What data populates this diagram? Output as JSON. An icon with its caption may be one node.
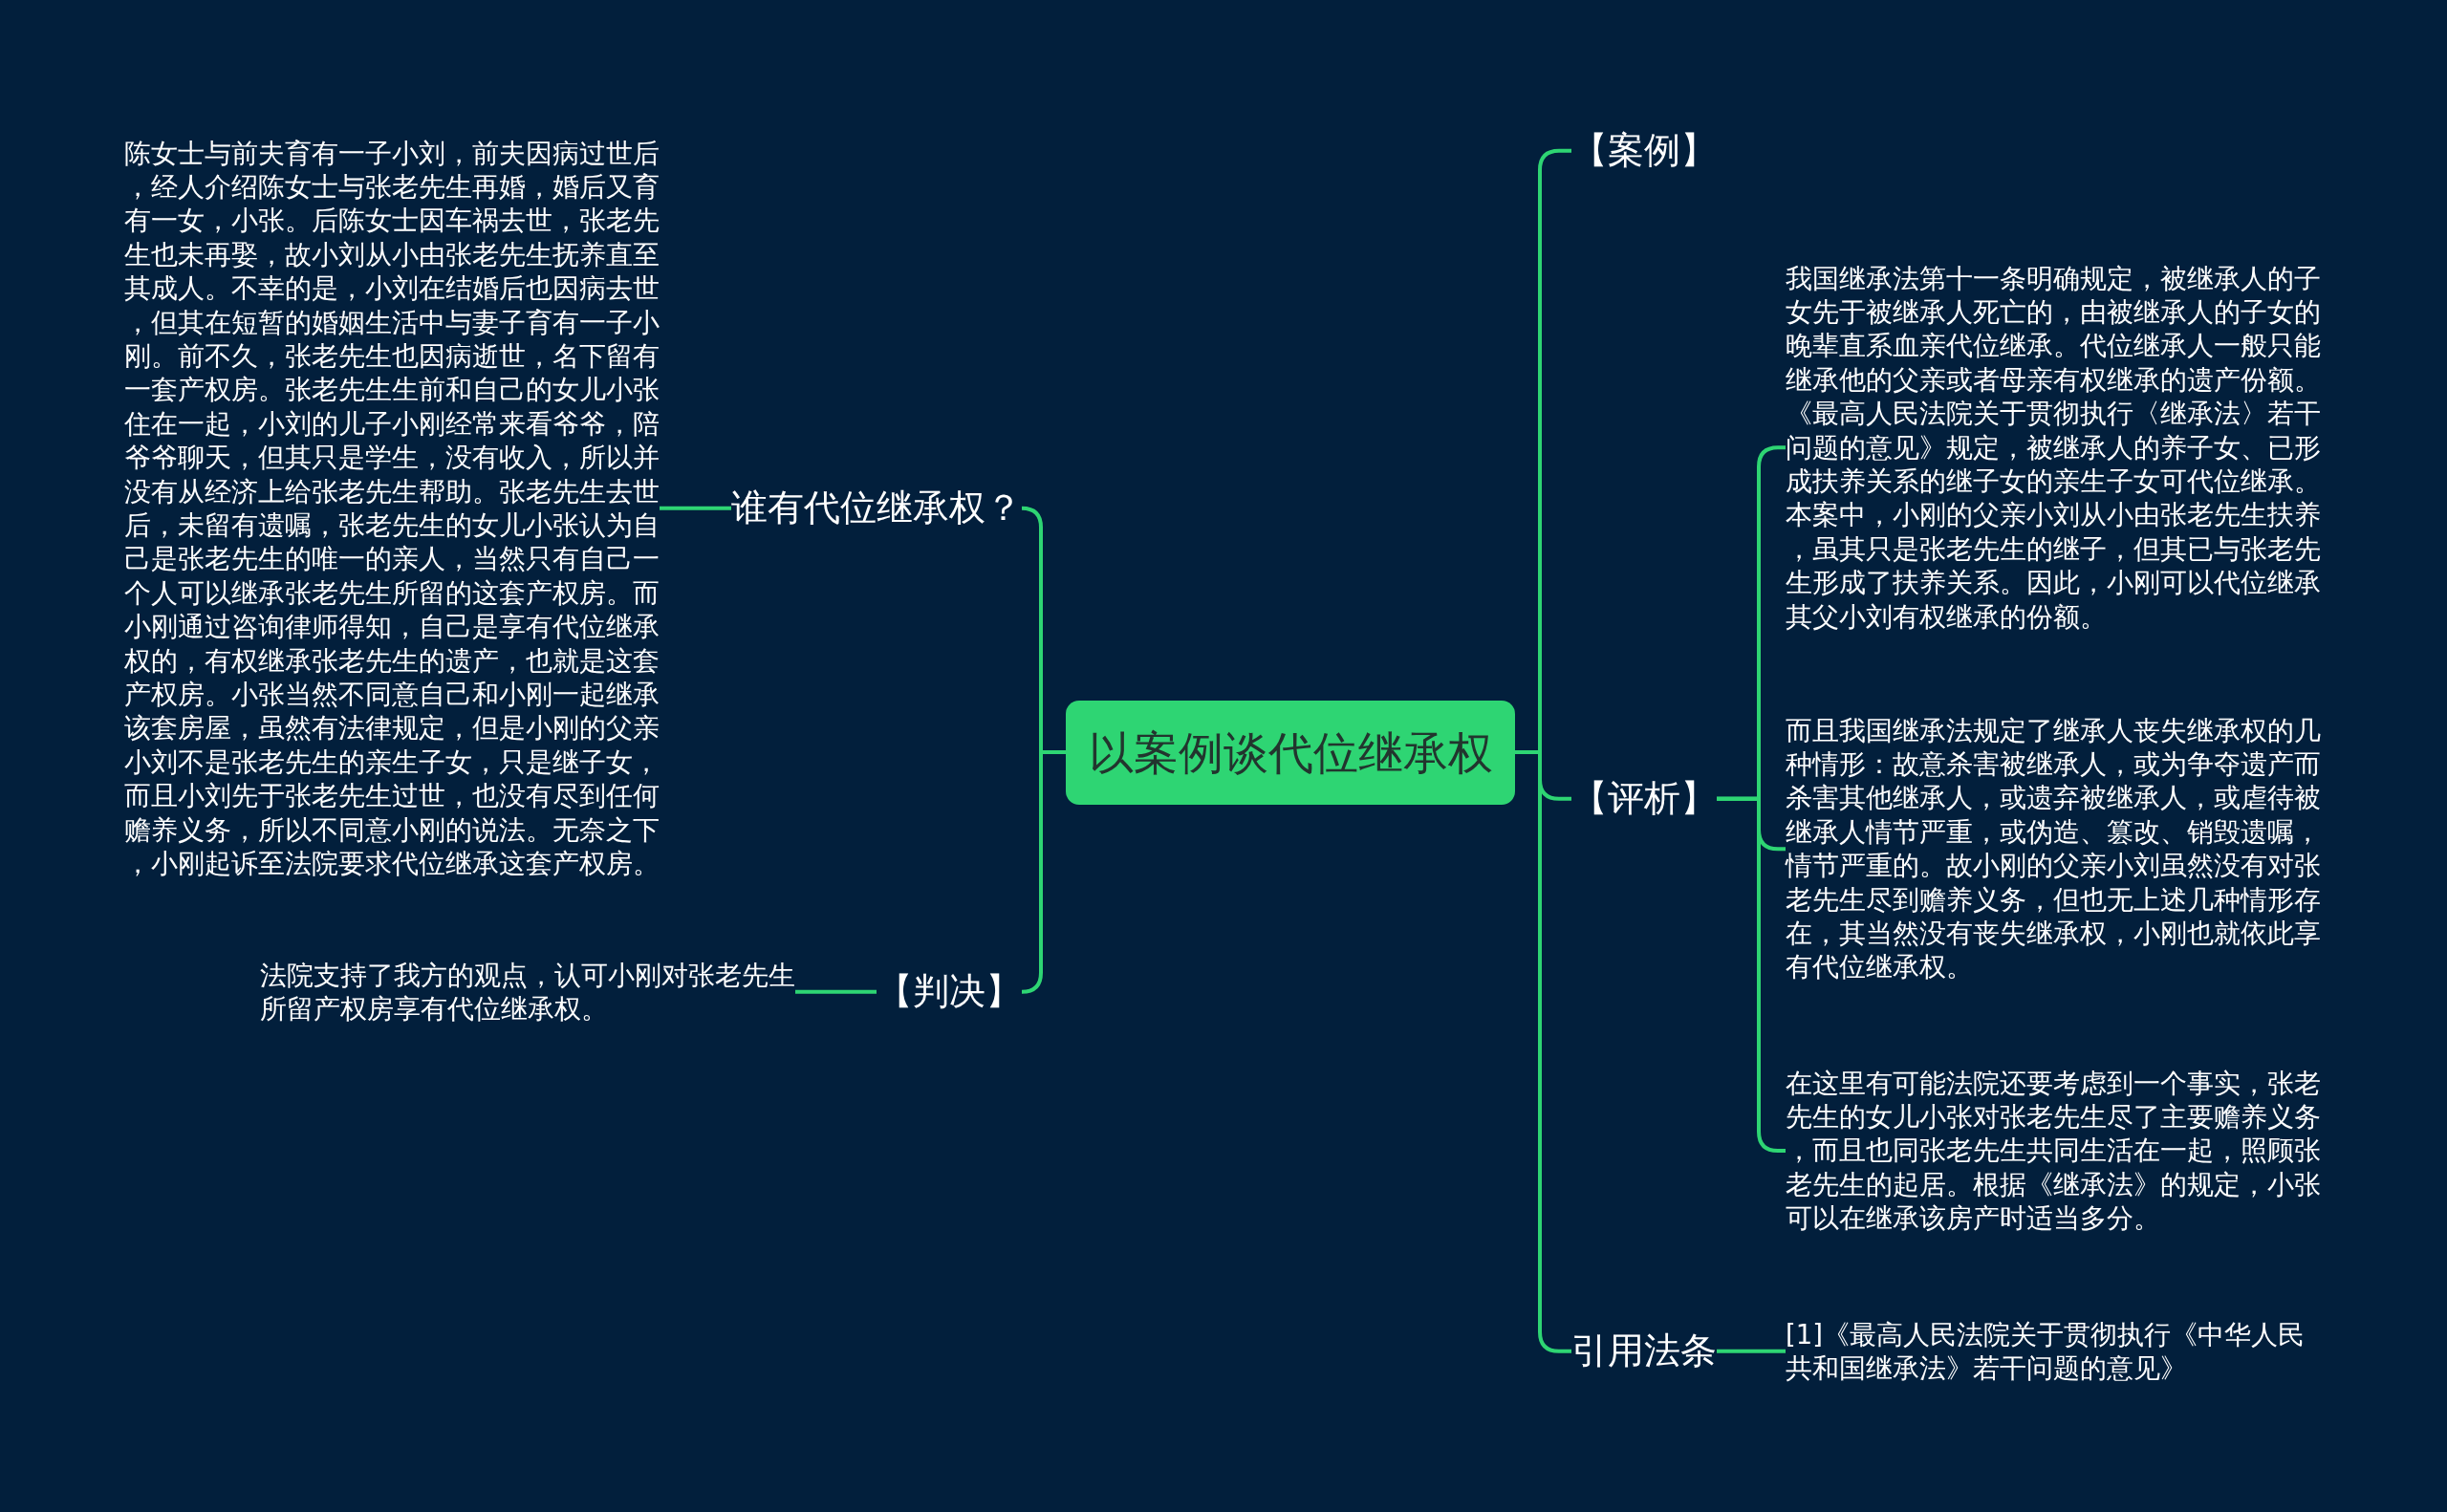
{
  "diagram": {
    "nodes": [
      {
        "text": [
          "以案例谈代位继承权"
        ]
      },
      {
        "text": [
          "【案例】"
        ]
      },
      {
        "text": [
          "谁有代位继承权？"
        ]
      },
      {
        "text": [
          "陈女士与前夫育有一子小刘，前夫因病过世后，经人介绍陈女士与张老先生再婚，婚后又育有一女，小张。后陈女士因车祸去世，张老先生也未再娶，故小刘从小由张老先生抚养直至其成人。不幸的是，小刘在结婚后也因病去世，但其在短暂的婚姻生活中与妻子育有一子小刚。前不久，张老先生也因病逝世，名下留有一套产权房。张老先生生前和自己的女儿小张住在一起，小刘的儿子小刚经常来看爷爷，陪爷爷聊天，但其只是学生，没有收入，所以并没有从经济上给张老先生帮助。张老先生去世后，未留有遗嘱，张老先生的女儿小张认为自己是张老先生的唯一的亲人，当然只有自己一个人可以继承张老先生所留的这套产权房。而小刚通过咨询律师得知，自己是享有代位继承权的，有权继承张老先生的遗产，也就是这套产权房。小张当然不同意自己和小刚一起继承该套房屋，虽然有法律规定，但是小刚的父亲小刘不是张老先生的亲生子女，只是继子女，而且小刘先于张老先生过世，也没有尽到任何赡养义务，所以不同意小刚的说法。无奈之下，小刚起诉至法院要求代位继承这套产权房。"
        ]
      },
      {
        "text": [
          "【判决】"
        ]
      },
      {
        "text": [
          "法院支持了我方的观点，认可小刚对张老先生所留产权房享有代位继承权。"
        ]
      },
      {
        "text": [
          "【评析】"
        ]
      },
      {
        "text": [
          "我国继承法第十一条明确规定，被继承人的子女先于被继承人死亡的，由被继承人的子女的晚辈直系血亲代位继承。代位继承人一般只能继承他的父亲或者母亲有权继承的遗产份额。《最高人民法院关于贯彻执行〈继承法〉若干问题的意见》规定，被继承人的养子女、已形成扶养关系的继子女的亲生子女可代位继承。本案中，小刚的父亲小刘从小由张老先生扶养，虽其只是张老先生的继子，但其已与张老先生形成了扶养关系。因此，小刚可以代位继承其父小刘有权继承的份额。"
        ]
      },
      {
        "text": [
          "而且我国继承法规定了继承人丧失继承权的几种情形：故意杀害被继承人，或为争夺遗产而杀害其他继承人，或遗弃被继承人，或虐待被继承人情节严重，或伪造、篡改、销毁遗嘱，情节严重的。故小刚的父亲小刘虽然没有对张老先生尽到赡养义务，但也无上述几种情形存在，其当然没有丧失继承权，小刚也就依此享有代位继承权。"
        ]
      },
      {
        "text": [
          "在这里有可能法院还要考虑到一个事实，张老先生的女儿小张对张老先生尽了主要赡养义务，而且也同张老先生共同生活在一起，照顾张老先生的起居。根据《继承法》的规定，小张可以在继承该房产时适当多分。"
        ]
      },
      {
        "text": [
          "引用法条"
        ]
      },
      {
        "text": [
          "[1]《最高人民法院关于贯彻执行《中华人民共和国继承法》若干问题的意见》"
        ]
      }
    ],
    "edges": [
      {
        "from": 0,
        "to": 1,
        "arrow": "none"
      },
      {
        "from": 0,
        "to": 2,
        "arrow": "none"
      },
      {
        "from": 2,
        "to": 3,
        "arrow": "none"
      },
      {
        "from": 0,
        "to": 4,
        "arrow": "none"
      },
      {
        "from": 4,
        "to": 5,
        "arrow": "none"
      },
      {
        "from": 0,
        "to": 6,
        "arrow": "none"
      },
      {
        "from": 6,
        "to": 7,
        "arrow": "none"
      },
      {
        "from": 6,
        "to": 8,
        "arrow": "none"
      },
      {
        "from": 6,
        "to": 9,
        "arrow": "none"
      },
      {
        "from": 0,
        "to": 10,
        "arrow": "none"
      },
      {
        "from": 10,
        "to": 11,
        "arrow": "none"
      }
    ]
  }
}
